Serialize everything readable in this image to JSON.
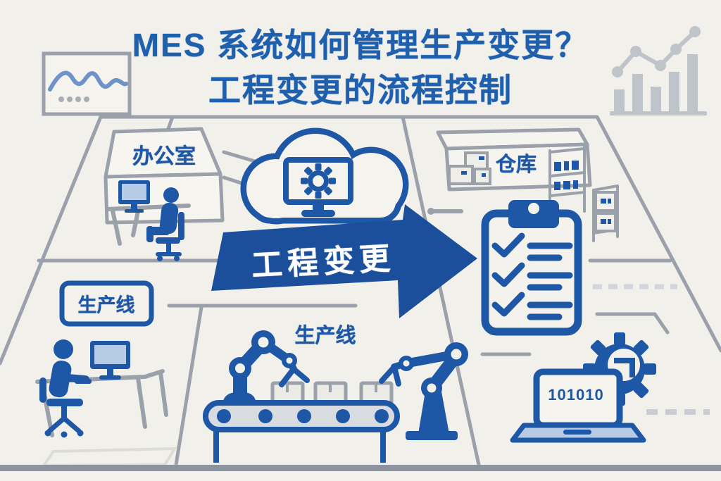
{
  "title": {
    "line1": "MES 系统如何管理生产变更？",
    "line2": "工程变更的流程控制"
  },
  "flow": {
    "arrow_label": "工程变更"
  },
  "areas": {
    "office": {
      "label": "办公室"
    },
    "warehouse": {
      "label": "仓库"
    },
    "production_line_left": {
      "label": "生产线"
    },
    "production_line_center": {
      "label": "生产线"
    }
  },
  "laptop": {
    "screen_code": "101010"
  },
  "icons": [
    "line-chart-icon",
    "bar-chart-icon",
    "cloud-icon",
    "monitor-gear-icon",
    "office-worker-icon",
    "warehouse-shelf-icon",
    "clipboard-checklist-icon",
    "storage-rack-icon",
    "robot-arm-icon",
    "conveyor-belt-icon",
    "operator-desk-icon",
    "laptop-icon",
    "gear-icon"
  ],
  "colors": {
    "background": "#f2f0ea",
    "primary_blue": "#1d57a6",
    "arrow_blue": "#1b4f9c",
    "title_blue": "#1e5fae",
    "screen_light_blue": "#b6cbe6",
    "line_gray": "#9aa1ab",
    "belt_gray": "#d8dbdf",
    "chart_gray": "#bfc4cb",
    "floor_bar_gray": "#8d949e"
  }
}
